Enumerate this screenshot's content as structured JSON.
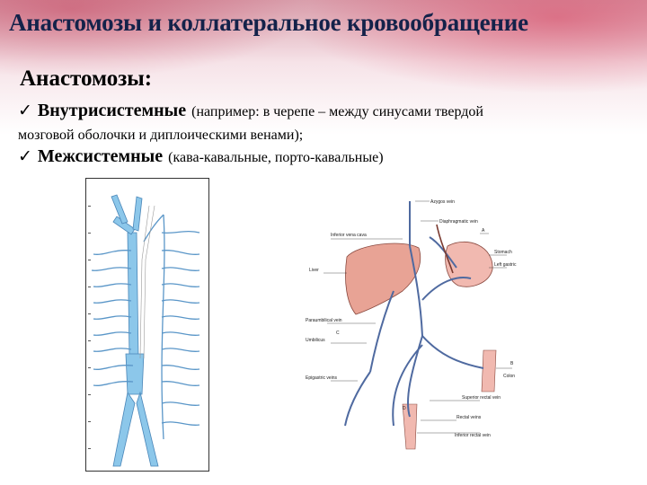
{
  "slide": {
    "title": "Анастомозы и коллатеральное кровообращение",
    "subheading": "Анастомозы:",
    "bullets": [
      {
        "check": "✓",
        "term": "Внутрисистемные",
        "detail": "(например: в черепе – между синусами твердой",
        "continuation": "мозговой оболочки и диплоическими венами);"
      },
      {
        "check": "✓",
        "term": "Межсистемные",
        "detail": "(кава-кавальные, порто-кавальные)"
      }
    ]
  },
  "figures": {
    "portal_diagram": {
      "labels": {
        "azygos": "Azygos vein",
        "diaphragm": "Diaphragmatic vein",
        "ivc": "Inferior vena cava",
        "a": "A",
        "stomach": "Stomach",
        "gastric": "Left gastric",
        "liver": "Liver",
        "paraumbilical": "Paraumbilical vein",
        "c": "C",
        "umbilicus": "Umbilicus",
        "b": "B",
        "colon": "Colon",
        "epigastric": "Epigastric veins",
        "rectal": "Superior rectal vein",
        "d": "D",
        "rectal_veins": "Rectal veins",
        "inferior_rectal": "Inferior rectal vein"
      }
    }
  },
  "colors": {
    "title": "#14224a",
    "vein_blue": "#8cc7ea",
    "liver": "#e8a395",
    "organ_pink": "#f1b9b0"
  }
}
